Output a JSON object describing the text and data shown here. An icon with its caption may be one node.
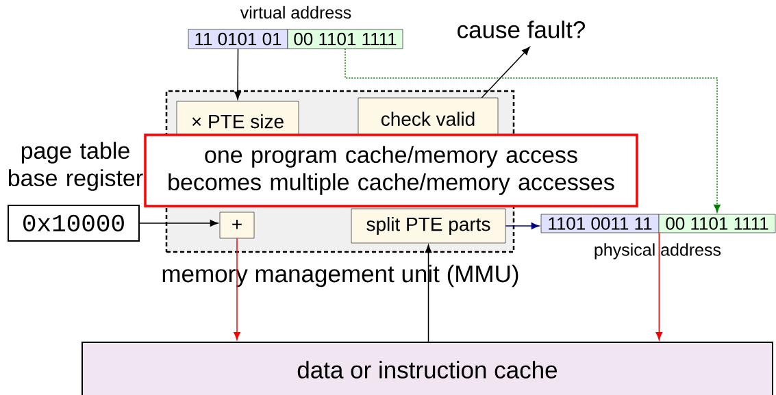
{
  "diagram": {
    "nodes": [
      {
        "text": [
          "memory management unit (MMU)"
        ]
      },
      {
        "text": [
          "× PTE size"
        ],
        "in": 0
      },
      {
        "text": [
          "check valid"
        ],
        "in": 0
      },
      {
        "text": [
          "+"
        ],
        "in": 0
      },
      {
        "text": [
          "split PTE parts"
        ],
        "in": 0
      },
      {
        "text": [
          "11 0101 01"
        ]
      },
      {
        "text": [
          "00 1101 1111"
        ]
      },
      {
        "text": [
          "1101 0011 11"
        ]
      },
      {
        "text": [
          "00 1101 1111"
        ]
      },
      {
        "text": [
          "page table base register",
          "0x10000"
        ]
      },
      {
        "text": [
          "cause fault?"
        ]
      },
      {
        "text": [
          "data or instruction cache"
        ]
      },
      {
        "text": [
          "one program cache/memory access becomes multiple cache/memory accesses"
        ]
      }
    ],
    "edges": [
      {
        "from": 5,
        "to": 1,
        "arrow": "to"
      },
      {
        "from": 6,
        "to": 8,
        "arrow": "to",
        "style": "dashed",
        "color": "#008000"
      },
      {
        "from": 9,
        "to": 3,
        "arrow": "to"
      },
      {
        "from": 3,
        "to": 11,
        "arrow": "to",
        "color": "#ff0000"
      },
      {
        "from": 11,
        "to": 4,
        "arrow": "to"
      },
      {
        "from": 4,
        "to": 7,
        "arrow": "to",
        "color": "#000080"
      },
      {
        "from": 7,
        "to": 11,
        "arrow": "to",
        "color": "#ff0000"
      },
      {
        "from": 2,
        "to": 10,
        "arrow": "to"
      }
    ],
    "labels": [
      "virtual address",
      "physical address"
    ]
  }
}
